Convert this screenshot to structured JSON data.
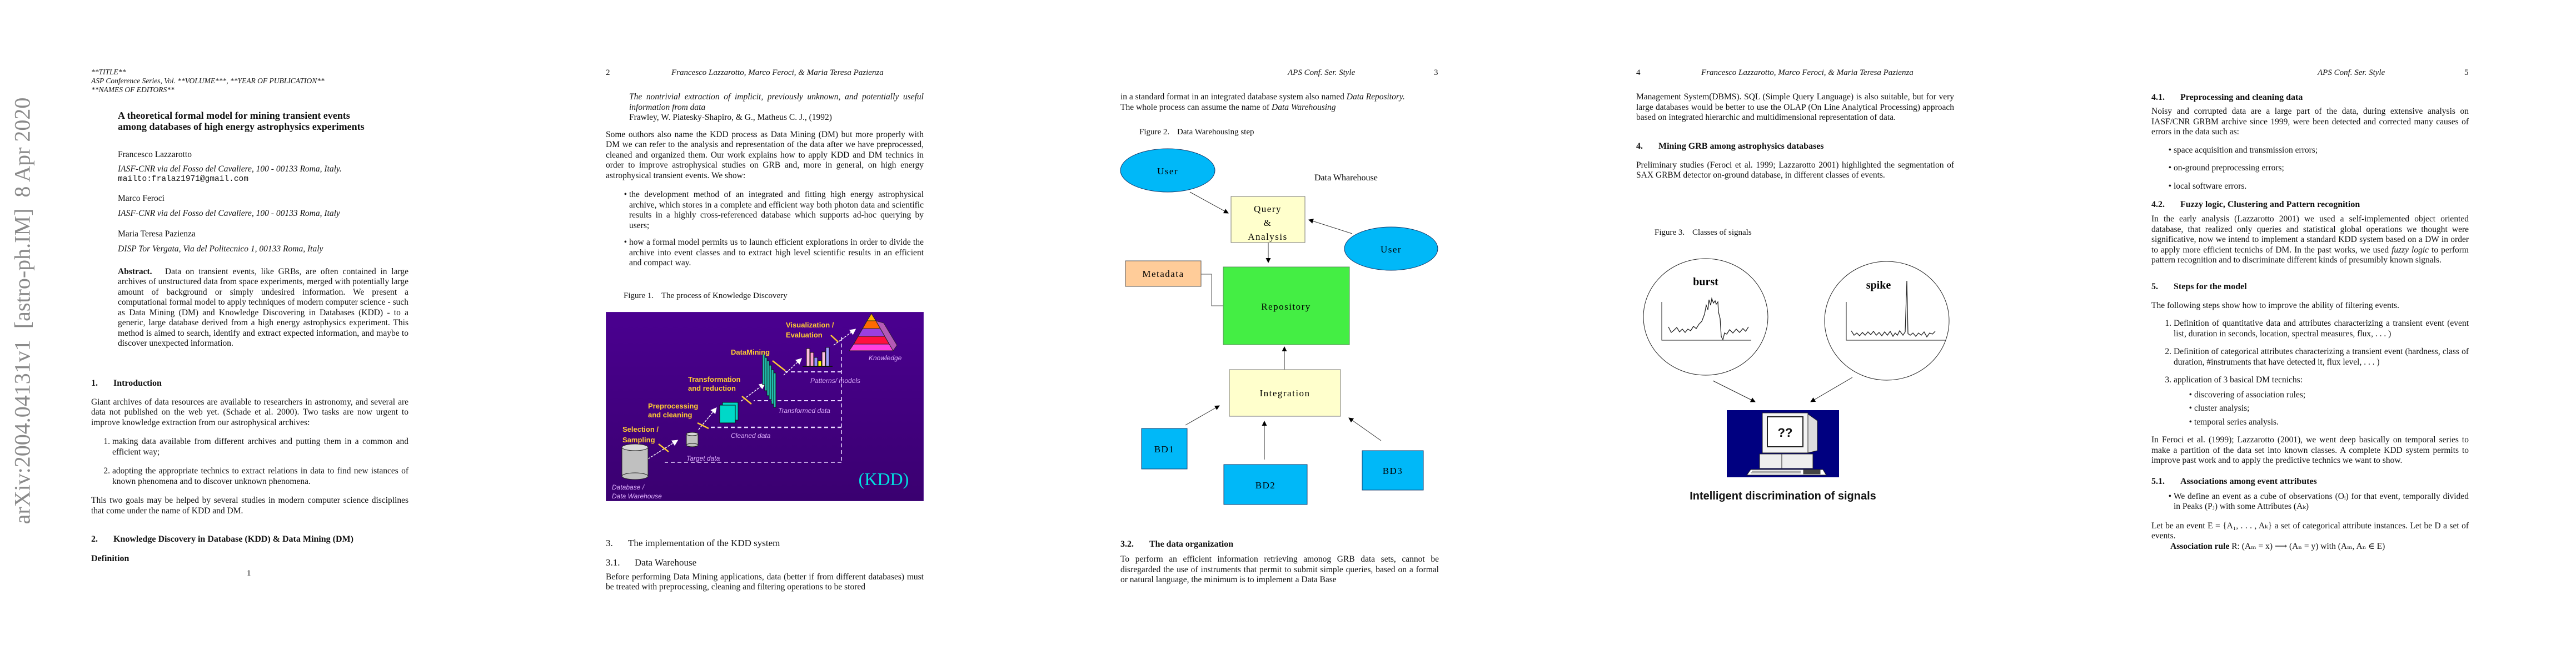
{
  "arxiv_stamp": "arXiv:2004.04131v1  [astro-ph.IM]  8 Apr 2020",
  "running_heads": {
    "authors": "Francesco Lazzarotto, Marco Feroci, & Maria Teresa Pazienza",
    "series": "APS Conf. Ser. Style"
  },
  "page1": {
    "preamble": [
      "**TITLE**",
      "ASP Conference Series, Vol. **VOLUME***, **YEAR OF PUBLICATION**",
      "**NAMES OF EDITORS**"
    ],
    "title": [
      "A theoretical formal model for mining transient events",
      "among databases of high energy astrophysics experiments"
    ],
    "authors": [
      {
        "name": "Francesco Lazzarotto",
        "affiliation": "IASF-CNR via del Fosso del Cavaliere, 100 - 00133 Roma, Italy.",
        "email": "mailto:fralaz1971@gmail.com"
      },
      {
        "name": "Marco Feroci",
        "affiliation": "IASF-CNR via del Fosso del Cavaliere, 100 - 00133 Roma, Italy"
      },
      {
        "name": "Maria Teresa Pazienza",
        "affiliation": "DISP Tor Vergata, Via del Politecnico 1, 00133 Roma, Italy"
      }
    ],
    "abstract_label": "Abstract.",
    "abstract": "Data on transient events, like GRBs, are often contained in large archives of unstructured data from space experiments, merged with potentially large amount of background or simply undesired information. We present a computational formal model to apply techniques of modern computer science - such as Data Mining (DM) and Knowledge Discovering in Databases (KDD) - to a generic, large database derived from a high energy astrophysics experiment. This method is aimed to search, identify and extract expected information, and maybe to discover unexpected information.",
    "section1": {
      "number": "1.",
      "title": "Introduction"
    },
    "intro": "Giant archives of data resources are available to researchers in astronomy, and several are data not published on the web yet. (Schade et al. 2000). Two tasks are now urgent to improve knowledge extraction from our astrophysical archives:",
    "list": [
      {
        "marker": "1.",
        "text": "making data available from different archives and putting them in a common and efficient way;"
      },
      {
        "marker": "2.",
        "text": "adopting the appropriate technics to extract relations in data to find new istances of known phenomena and to discover unknown phenomena."
      }
    ],
    "goals": "This two goals may be helped by several studies in modern computer science disciplines that come under the name of KDD and DM.",
    "section2": {
      "number": "2.",
      "title": "Knowledge Discovery in Database (KDD) & Data Mining (DM)"
    },
    "definition": "Definition",
    "page_number": "1"
  },
  "page2": {
    "page_number": "2",
    "quote": "The nontrivial extraction of implicit, previously unknown, and potentially useful information from data",
    "quote_source": "Frawley, W. Piatesky-Shapiro, & G., Matheus C. J., (1992)",
    "para": "Some outhors also name the KDD process as Data Mining (DM) but more properly with DM we can refer to the analysis and representation of the data after we have preprocessed, cleaned and organized them. Our work explains how to apply KDD and DM technics in order to improve astrophysical studies on GRB and, more in general, on high energy astrophysical transient events. We show:",
    "bullets": [
      "the development method of an integrated and fitting high energy astrophysical archive, which stores in a complete and efficient way both photon data and scientific results in a highly cross-referenced database which supports ad-hoc querying by users;",
      "how a formal model permits us to launch efficient explorations in order to divide the archive into event classes and to extract high level scientific results in an efficient and compact way."
    ],
    "figure1": {
      "label": "Figure 1.",
      "caption": "The process of Knowledge Discovery",
      "labels": {
        "visualization": "Visualization /",
        "evaluation": "Evaluation",
        "knowledge": "Knowledge",
        "datamining": "DataMining",
        "patterns": "Patterns/ models",
        "transformation": "Transformation",
        "reduction": "and reduction",
        "transformed": "Transformed data",
        "preprocessing": "Preprocessing",
        "cleaning": "and cleaning",
        "cleaned": "Cleaned data",
        "selection": "Selection /",
        "sampling": "Sampling",
        "target": "Target data",
        "database": "Database /",
        "warehouse": "Data Warehouse",
        "kdd": "(KDD)"
      },
      "colors": {
        "background": "#4a0088",
        "label": "#ffcc33",
        "data_label": "#e0b0ff",
        "kdd": "#00e0e0"
      }
    },
    "section3": {
      "number": "3.",
      "title": "The implementation of the KDD system"
    },
    "section31": {
      "number": "3.1.",
      "title": "Data Warehouse"
    },
    "para31": "Before performing Data Mining applications, data (better if from different databases) must be treated with preprocessing, cleaning and filtering operations to be stored"
  },
  "page3": {
    "page_number": "3",
    "para_a": "in a standard format in an integrated database system also named ",
    "para_a_em": "Data Repository.",
    "para_b": "The whole process can assume the name of ",
    "para_b_em": "Data Warehousing",
    "figure2": {
      "label": "Figure 2.",
      "caption": "Data Warehousing step",
      "title": "Data Wharehouse",
      "user1": "User",
      "user2": "User",
      "query": [
        "Query",
        "&",
        "Analysis"
      ],
      "metadata": "Metadata",
      "repository": "Repository",
      "integration": "Integration",
      "bd1": "BD1",
      "bd2": "BD2",
      "bd3": "BD3",
      "colors": {
        "user": "#00b8f8",
        "query": "#ffffcc",
        "repository": "#44ee44",
        "metadata": "#ffcc99",
        "bd": "#00b8f8"
      }
    },
    "section32": {
      "number": "3.2.",
      "title": "The data organization"
    },
    "para32": "To perform an efficient information retrieving amonog GRB data sets, cannot be disregarded the use of instruments that permit to submit simple queries, based on a formal or natural language, the minimum is to implement a Data Base"
  },
  "page4": {
    "page_number": "4",
    "para": "Management System(DBMS). SQL (Simple Query Language) is also suitable, but for very large databases would be better to use the OLAP (On Line Analytical Processing) approach based on integrated hierarchic and multidimensional representation of data.",
    "section4": {
      "number": "4.",
      "title": "Mining GRB among astrophysics databases"
    },
    "para4": "Preliminary studies (Feroci et al. 1999; Lazzarotto 2001) highlighted the segmentation of SAX GRBM detector on-ground database, in different classes of events.",
    "figure3": {
      "label": "Figure 3.",
      "caption": "Classes of signals",
      "burst": "burst",
      "spike": "spike",
      "screen": "??",
      "banner": "Intelligent discrimination of signals",
      "colors": {
        "panel": "#000080"
      }
    }
  },
  "page5": {
    "page_number": "5",
    "section41": {
      "number": "4.1.",
      "title": "Preprocessing and cleaning data"
    },
    "para41": "Noisy and corrupted data are a large part of the data, during extensive analysis on IASF/CNR GRBM archive since 1999, were been detected and corrected many causes of errors in the data such as:",
    "bullets41": [
      "space acquisition and transmission errors;",
      "on-ground preprocessing errors;",
      "local software errors."
    ],
    "section42": {
      "number": "4.2.",
      "title": "Fuzzy logic, Clustering and Pattern recognition"
    },
    "para42_a": "In the early analysis (Lazzarotto 2001) we used a self-implemented object oriented database, that realized only queries and statistical global operations we thought were significative, now we intend to implement a standard KDD system based on a DW in order to apply more efficient tecnichs of DM. In the past works, we used ",
    "para42_em": "fuzzy logic",
    "para42_b": " to perform pattern recognition and to discriminate different kinds of presumibly known signals.",
    "section5": {
      "number": "5.",
      "title": "Steps for the model"
    },
    "para5": "The following steps show how to improve the ability of filtering events.",
    "steps": [
      {
        "marker": "1.",
        "text": "Definition of quantitative data and attributes characterizing a transient event (event list, duration in seconds, location, spectral measures, flux, . . . )"
      },
      {
        "marker": "2.",
        "text": "Definition of categorical attributes characterizing a transient event (hardness, class of duration, #instruments that have detected it, flux level, . . . )"
      },
      {
        "marker": "3.",
        "text": "application of 3 basical DM tecnichs:"
      }
    ],
    "techniques": [
      "discovering of association rules;",
      "cluster analysis;",
      "temporal series analysis."
    ],
    "para5b": "In Feroci et al. (1999); Lazzarotto (2001), we went deep basically on temporal series to make a partition of the data set into known classes. A complete KDD system permits to improve past work and to apply the predictive technics we want to show.",
    "section51": {
      "number": "5.1.",
      "title": "Associations among event attributes"
    },
    "bullet51": "We define an event as a cube of observations (Oᵢ) for that event, temporally divided in Peaks (Pⱼ) with some Attributes (Aₖ)",
    "para51": "Let be an event E = {A₁, . . . , Aₖ} a set of categorical attribute instances. Let be D a set of events.",
    "rule_label": "Association rule",
    "rule": " R: (Aₘ = x) ⟶ (Aₙ = y) with (Aₘ, Aₙ ∈ E)"
  }
}
